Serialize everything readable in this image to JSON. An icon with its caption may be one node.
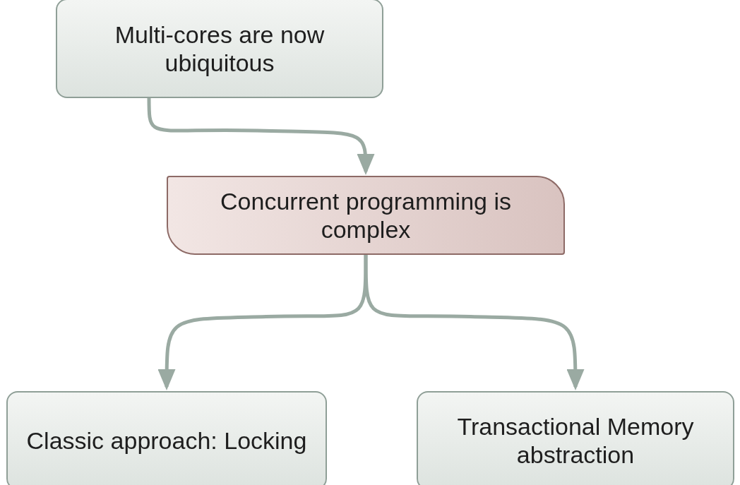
{
  "diagram": {
    "nodes": [
      {
        "text": [
          "Multi-cores are now ubiquitous"
        ]
      },
      {
        "text": [
          "Concurrent programming is complex"
        ]
      },
      {
        "text": [
          "Classic approach: Locking"
        ]
      },
      {
        "text": [
          "Transactional Memory abstraction"
        ]
      }
    ],
    "edges": [
      {
        "from": 0,
        "to": 1,
        "arrow": "to"
      },
      {
        "from": 1,
        "to": 2,
        "arrow": "to"
      },
      {
        "from": 1,
        "to": 3,
        "arrow": "to"
      }
    ]
  }
}
